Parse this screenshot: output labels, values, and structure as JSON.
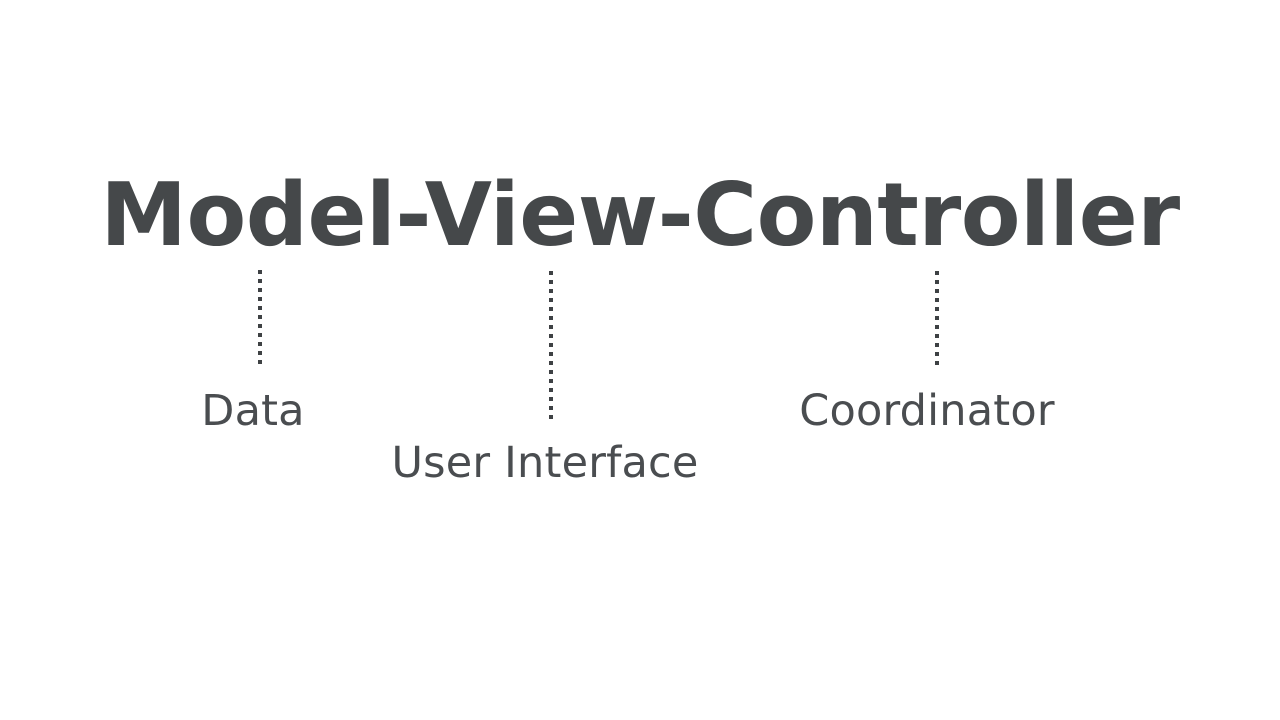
{
  "slide": {
    "background_color": "#ffffff",
    "title": {
      "text": "Model-View-Controller",
      "color": "#45484a"
    },
    "annotations": [
      {
        "id": "model",
        "term": "Model",
        "label": "Data",
        "label_color": "#4a4d50",
        "leader_color": "#3e4144",
        "leader_style": "dotted-vertical"
      },
      {
        "id": "view",
        "term": "View",
        "label": "User Interface",
        "label_color": "#4a4d50",
        "leader_color": "#3e4144",
        "leader_style": "dotted-vertical"
      },
      {
        "id": "controller",
        "term": "Controller",
        "label": "Coordinator",
        "label_color": "#4a4d50",
        "leader_color": "#3e4144",
        "leader_style": "dotted-vertical"
      }
    ]
  }
}
